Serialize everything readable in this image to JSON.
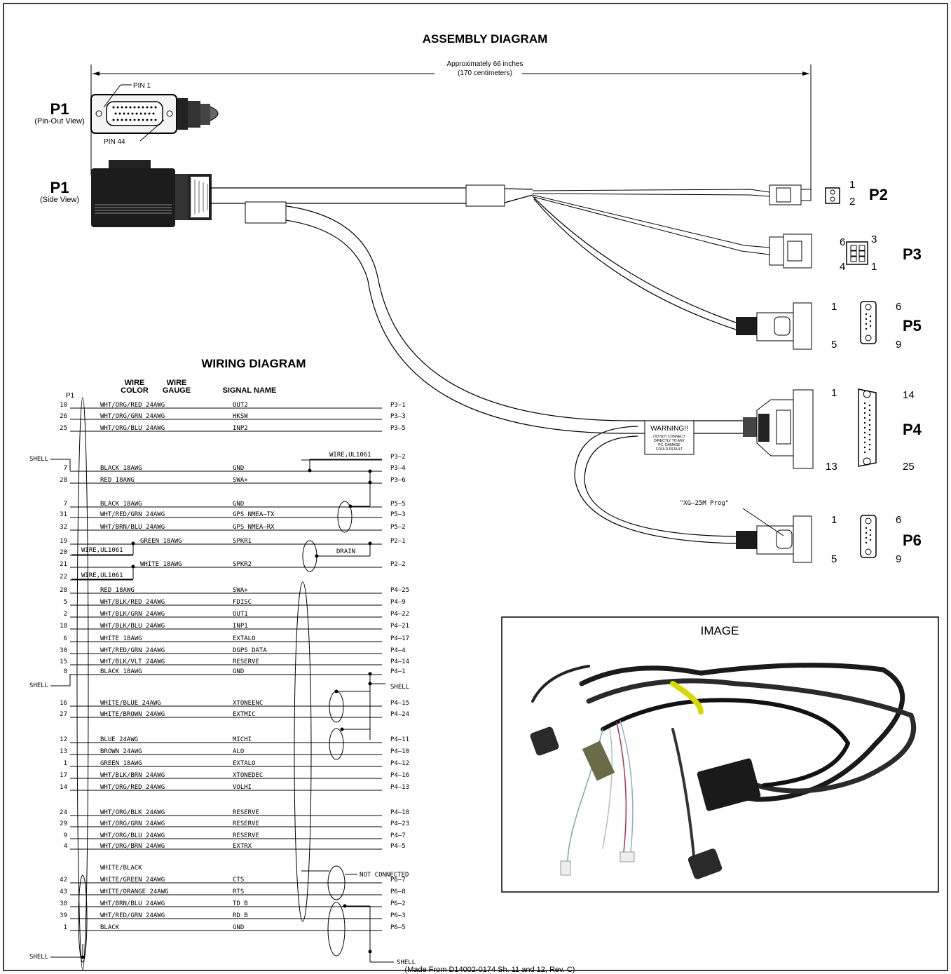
{
  "assembly": {
    "title": "ASSEMBLY DIAGRAM",
    "length_line1": "Approximately 66 inches",
    "length_line2": "(170 centimeters)",
    "p1_pinout_label": "P1",
    "p1_pinout_sub": "(Pin-Out View)",
    "p1_side_label": "P1",
    "p1_side_sub": "(Side View)",
    "pin1_label": "PIN 1",
    "pin44_label": "PIN 44",
    "warning_title": "WARNING!!",
    "warning_body": [
      "DO NOT CONNECT",
      "DIRECTLY TO ANY",
      "PC. DAMAGE",
      "COULD RESULT"
    ],
    "prog_label": "\"XG—25M Prog\"",
    "p2": {
      "label": "P2",
      "pins": [
        "1",
        "2"
      ]
    },
    "p3": {
      "label": "P3",
      "pins": [
        "6",
        "3",
        "4",
        "1"
      ]
    },
    "p5": {
      "label": "P5",
      "pins": [
        "1",
        "6",
        "5",
        "9"
      ]
    },
    "p4": {
      "label": "P4",
      "pins": [
        "1",
        "14",
        "13",
        "25"
      ]
    },
    "p6": {
      "label": "P6",
      "pins": [
        "1",
        "6",
        "5",
        "9"
      ]
    }
  },
  "wiring": {
    "title": "WIRING DIAGRAM",
    "col_p1": "P1",
    "col_color_top": "WIRE",
    "col_color_bottom": "COLOR",
    "col_gauge_top": "WIRE",
    "col_gauge_bottom": "GAUGE",
    "col_signal": "SIGNAL NAME",
    "wire_ul_label": "WIRE,UL1061",
    "drain_label": "DRAIN",
    "not_connected_label": "NOT CONNECTED",
    "shell_label": "SHELL",
    "rows": [
      {
        "p1": "10",
        "wire": "WHT/ORG/RED  24AWG",
        "signal": "OUT2",
        "dest": "P3—1"
      },
      {
        "p1": "26",
        "wire": "WHT/ORG/GRN  24AWG",
        "signal": "HKSW",
        "dest": "P3—3"
      },
      {
        "p1": "25",
        "wire": "WHT/ORG/BLU  24AWG",
        "signal": "INP2",
        "dest": "P3—5"
      },
      {
        "p1": "",
        "wire": "",
        "signal": "",
        "dest": "P3—2"
      },
      {
        "p1": "7",
        "wire": "BLACK  18AWG",
        "signal": "GND",
        "dest": "P3—4"
      },
      {
        "p1": "28",
        "wire": "RED  18AWG",
        "signal": "SWA+",
        "dest": "P3—6"
      },
      {
        "p1": "7",
        "wire": "BLACK  18AWG",
        "signal": "GND",
        "dest": "P5—5"
      },
      {
        "p1": "31",
        "wire": "WHT/RED/GRN  24AWG",
        "signal": "GPS_NMEA—TX",
        "dest": "P5—3"
      },
      {
        "p1": "32",
        "wire": "WHT/BRN/BLU  24AWG",
        "signal": "GPS_NMEA—RX",
        "dest": "P5—2"
      },
      {
        "p1": "19",
        "wire": "GREEN  18AWG",
        "signal": "SPKR1",
        "dest": "P2—1"
      },
      {
        "p1": "20",
        "wire": "",
        "signal": "",
        "dest": ""
      },
      {
        "p1": "21",
        "wire": "WHITE  18AWG",
        "signal": "SPKR2",
        "dest": "P2—2"
      },
      {
        "p1": "22",
        "wire": "",
        "signal": "",
        "dest": ""
      },
      {
        "p1": "28",
        "wire": "RED  18AWG",
        "signal": "SWA+",
        "dest": "P4—25"
      },
      {
        "p1": "5",
        "wire": "WHT/BLK/RED  24AWG",
        "signal": "FDISC",
        "dest": "P4—9"
      },
      {
        "p1": "2",
        "wire": "WHT/BLK/GRN  24AWG",
        "signal": "OUT1",
        "dest": "P4—22"
      },
      {
        "p1": "18",
        "wire": "WHT/BLK/BLU  24AWG",
        "signal": "INP1",
        "dest": "P4—21"
      },
      {
        "p1": "6",
        "wire": "WHITE  18AWG",
        "signal": "EXTALO",
        "dest": "P4—17"
      },
      {
        "p1": "30",
        "wire": "WHT/RED/GRN  24AWG",
        "signal": "DGPS_DATA",
        "dest": "P4—4"
      },
      {
        "p1": "15",
        "wire": "WHT/BLK/VLT  24AWG",
        "signal": "RESERVE",
        "dest": "P4—14"
      },
      {
        "p1": "8",
        "wire": "BLACK  18AWG",
        "signal": "GND",
        "dest": "P4—1"
      },
      {
        "p1": "16",
        "wire": "WHITE/BLUE  24AWG",
        "signal": "XTONEENC",
        "dest": "P4—15"
      },
      {
        "p1": "27",
        "wire": "WHITE/BROWN  24AWG",
        "signal": "EXTMIC",
        "dest": "P4—24"
      },
      {
        "p1": "12",
        "wire": "BLUE  24AWG",
        "signal": "MICHI",
        "dest": "P4—11"
      },
      {
        "p1": "13",
        "wire": "BROWN  24AWG",
        "signal": "ALO",
        "dest": "P4—10"
      },
      {
        "p1": "1",
        "wire": "GREEN  18AWG",
        "signal": "EXTALO",
        "dest": "P4—12"
      },
      {
        "p1": "17",
        "wire": "WHT/BLK/BRN  24AWG",
        "signal": "XTONEDEC",
        "dest": "P4—16"
      },
      {
        "p1": "14",
        "wire": "WHT/ORG/RED  24AWG",
        "signal": "VOLHI",
        "dest": "P4—13"
      },
      {
        "p1": "24",
        "wire": "WHT/ORG/BLK  24AWG",
        "signal": "RESERVE",
        "dest": "P4—18"
      },
      {
        "p1": "29",
        "wire": "WHT/ORG/GRN  24AWG",
        "signal": "RESERVE",
        "dest": "P4—23"
      },
      {
        "p1": "9",
        "wire": "WHT/ORG/BLU  24AWG",
        "signal": "RESERVE",
        "dest": "P4—7"
      },
      {
        "p1": "4",
        "wire": "WHT/ORG/BRN  24AWG",
        "signal": "EXTRX",
        "dest": "P4—5"
      },
      {
        "p1": "",
        "wire": "WHITE/BLACK",
        "signal": "",
        "dest": ""
      },
      {
        "p1": "42",
        "wire": "WHITE/GREEN  24AWG",
        "signal": "CTS",
        "dest": "P6—7"
      },
      {
        "p1": "43",
        "wire": "WHITE/ORANGE  24AWG",
        "signal": "RTS",
        "dest": "P6—8"
      },
      {
        "p1": "38",
        "wire": "WHT/BRN/BLU  24AWG",
        "signal": "TD_B",
        "dest": "P6—2"
      },
      {
        "p1": "39",
        "wire": "WHT/RED/GRN  24AWG",
        "signal": "RD_B",
        "dest": "P6—3"
      },
      {
        "p1": "1",
        "wire": "BLACK",
        "signal": "GND",
        "dest": "P6—5"
      }
    ],
    "shell_dest_p4": "SHELL",
    "shell_dest_p6": "SHELL"
  },
  "image_panel": {
    "title": "IMAGE"
  },
  "footer": "(Made From D14002-0174 Sh. 11 and 12, Rev. C)"
}
